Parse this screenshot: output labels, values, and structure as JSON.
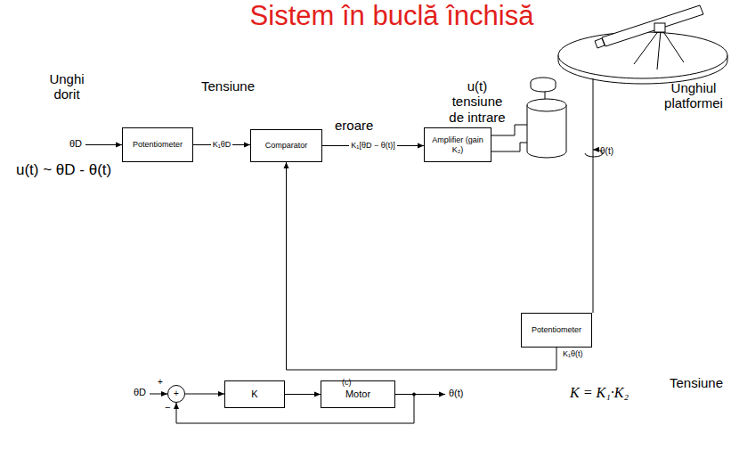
{
  "diagram": {
    "title": "Sistem în buclă închisă",
    "nodes": [
      {
        "text": [
          "Potentiometer"
        ]
      },
      {
        "text": [
          "Comparator"
        ]
      },
      {
        "text": [
          "Amplifier (gain K₂)"
        ]
      },
      {
        "text": [
          "Potentiometer"
        ]
      },
      {
        "text": [
          "+"
        ]
      },
      {
        "text": [
          "K"
        ]
      },
      {
        "text": [
          "Motor"
        ]
      }
    ],
    "edges": [
      {
        "from": 0,
        "to": 1,
        "arrow": "to",
        "label": "K₁θD"
      },
      {
        "from": 1,
        "to": 2,
        "arrow": "to",
        "label": "K₁[θD − θ(t)]"
      },
      {
        "from": 3,
        "to": 1,
        "arrow": "to",
        "label": "K₁θ(t)"
      },
      {
        "from": 4,
        "to": 5,
        "arrow": "to"
      },
      {
        "from": 5,
        "to": 6,
        "arrow": "to"
      },
      {
        "from": 6,
        "to": 4,
        "arrow": "to"
      }
    ],
    "labels": [
      "Unghi dorit",
      "Tensiune",
      "eroare",
      "u(t) tensiune de intrare",
      "Unghiul platformei",
      "θD",
      "u(t) ~ θD - θ(t)",
      "θ(t)",
      "(c)",
      "Tensiune",
      "θD",
      "+",
      "−",
      "θ(t)",
      "K = K₁·K₂"
    ]
  }
}
